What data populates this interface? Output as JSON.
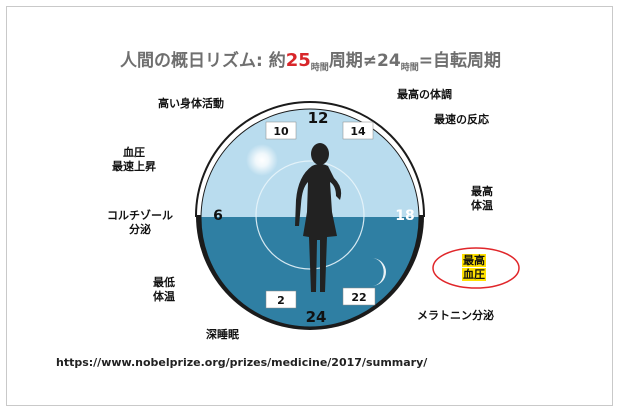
{
  "title": {
    "prefix": "人間の概日リズム: 約",
    "period_value": "25",
    "period_unit": "時間",
    "middle": "周期≠24",
    "middle_unit": "時間",
    "suffix": "=自転周期"
  },
  "clock": {
    "hour_12": "12",
    "hour_6": "6",
    "hour_18": "18",
    "hour_24": "24",
    "box_10": "10",
    "box_14": "14",
    "box_2": "2",
    "box_22": "22"
  },
  "labels": {
    "high_activity": "高い身体活動",
    "best_coordination": "最高の体調",
    "fastest_reaction": "最速の反応",
    "bp_rise_line1": "血圧",
    "bp_rise_line2": "最速上昇",
    "highest_temp_line1": "最高",
    "highest_temp_line2": "体温",
    "cortisol_line1": "コルチゾール",
    "cortisol_line2": "分泌",
    "highest_bp_line1": "最高",
    "highest_bp_line2": "血圧",
    "lowest_temp_line1": "最低",
    "lowest_temp_line2": "体温",
    "melatonin": "メラトニン分泌",
    "deep_sleep": "深睡眠"
  },
  "source_url": "https://www.nobelprize.org/prizes/medicine/2017/summary/",
  "colors": {
    "day_sky": "#b9dcee",
    "night_sea": "#2f7fa3",
    "ring_dark": "#1b1b1b",
    "ellipse": "#e0262a",
    "title_accent": "#d8262a",
    "highlight": "#ffe100"
  }
}
